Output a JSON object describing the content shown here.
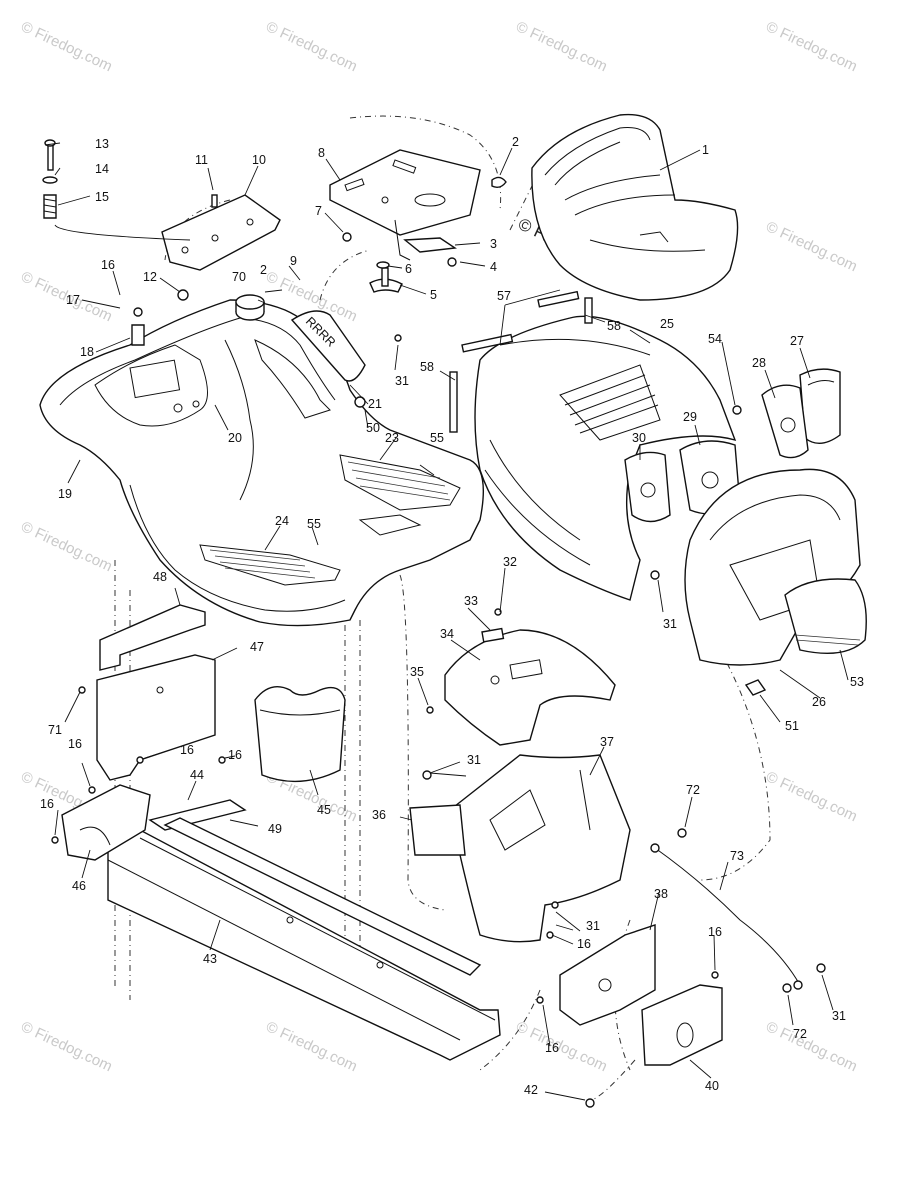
{
  "watermark": {
    "text": "© Firedog.com",
    "main_text": "© Firedog.com"
  },
  "callouts": {
    "c1": "1",
    "c2a": "2",
    "c2b": "2",
    "c3": "3",
    "c4": "4",
    "c5": "5",
    "c6": "6",
    "c7": "7",
    "c8": "8",
    "c9": "9",
    "c10": "10",
    "c11": "11",
    "c12": "12",
    "c13": "13",
    "c14": "14",
    "c15": "15",
    "c16a": "16",
    "c16b": "16",
    "c16c": "16",
    "c16d": "16",
    "c16e": "16",
    "c16f": "16",
    "c16g": "16",
    "c16h": "16",
    "c17": "17",
    "c18": "18",
    "c19": "19",
    "c20": "20",
    "c21": "21",
    "c23": "23",
    "c24": "24",
    "c25": "25",
    "c26": "26",
    "c27": "27",
    "c28": "28",
    "c29": "29",
    "c30": "30",
    "c31a": "31",
    "c31b": "31",
    "c31c": "31",
    "c31d": "31",
    "c31e": "31",
    "c32": "32",
    "c33": "33",
    "c34": "34",
    "c35": "35",
    "c36": "36",
    "c37": "37",
    "c38": "38",
    "c40": "40",
    "c42": "42",
    "c43": "43",
    "c44": "44",
    "c45": "45",
    "c46": "46",
    "c47": "47",
    "c48": "48",
    "c49": "49",
    "c50": "50",
    "c51": "51",
    "c53": "53",
    "c54": "54",
    "c55a": "55",
    "c55b": "55",
    "c57": "57",
    "c58a": "58",
    "c58b": "58",
    "c70": "70",
    "c71": "71",
    "c72a": "72",
    "c72b": "72",
    "c73": "73"
  }
}
